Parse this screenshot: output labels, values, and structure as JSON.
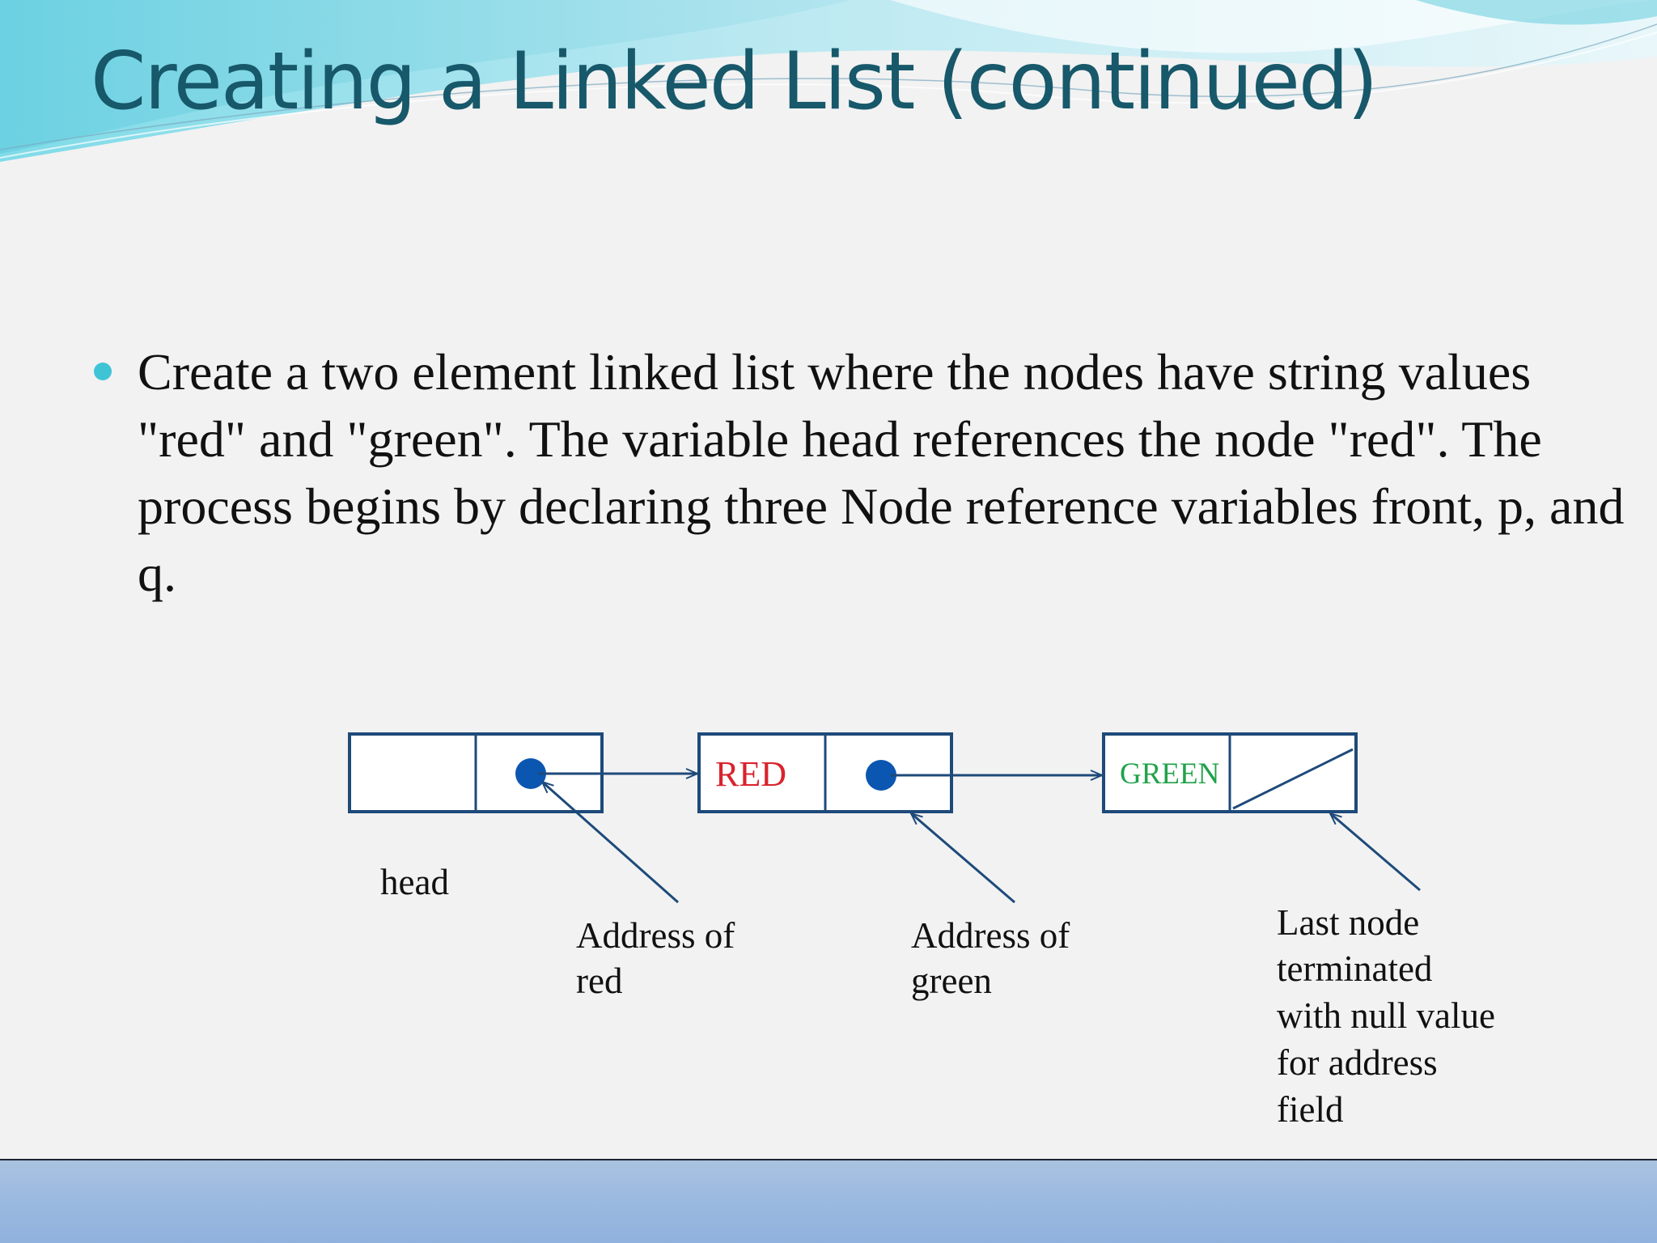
{
  "slide": {
    "title": "Creating a Linked List (continued)",
    "bullet": "Create a two element linked list where the nodes have string values \"red\" and \"green\". The variable head references the node \"red\". The process begins by declaring three Node reference variables front, p, and q."
  },
  "diagram": {
    "nodes": [
      {
        "value": "",
        "color": "#000000"
      },
      {
        "value": "RED",
        "color": "#d9232d"
      },
      {
        "value": "GREEN",
        "color": "#22a24a"
      }
    ],
    "labels": {
      "head": "head",
      "address_red": [
        "Address of",
        "red"
      ],
      "address_green": [
        "Address of",
        "green"
      ],
      "last_node": [
        "Last node",
        "terminated",
        "with null value",
        "for address",
        "field"
      ]
    },
    "colors": {
      "box_border": "#1e4a7a",
      "pointer_dot": "#0b56b1",
      "arrow": "#1e4a7a",
      "title": "#17586a",
      "bullet": "#3fc4d6"
    }
  }
}
